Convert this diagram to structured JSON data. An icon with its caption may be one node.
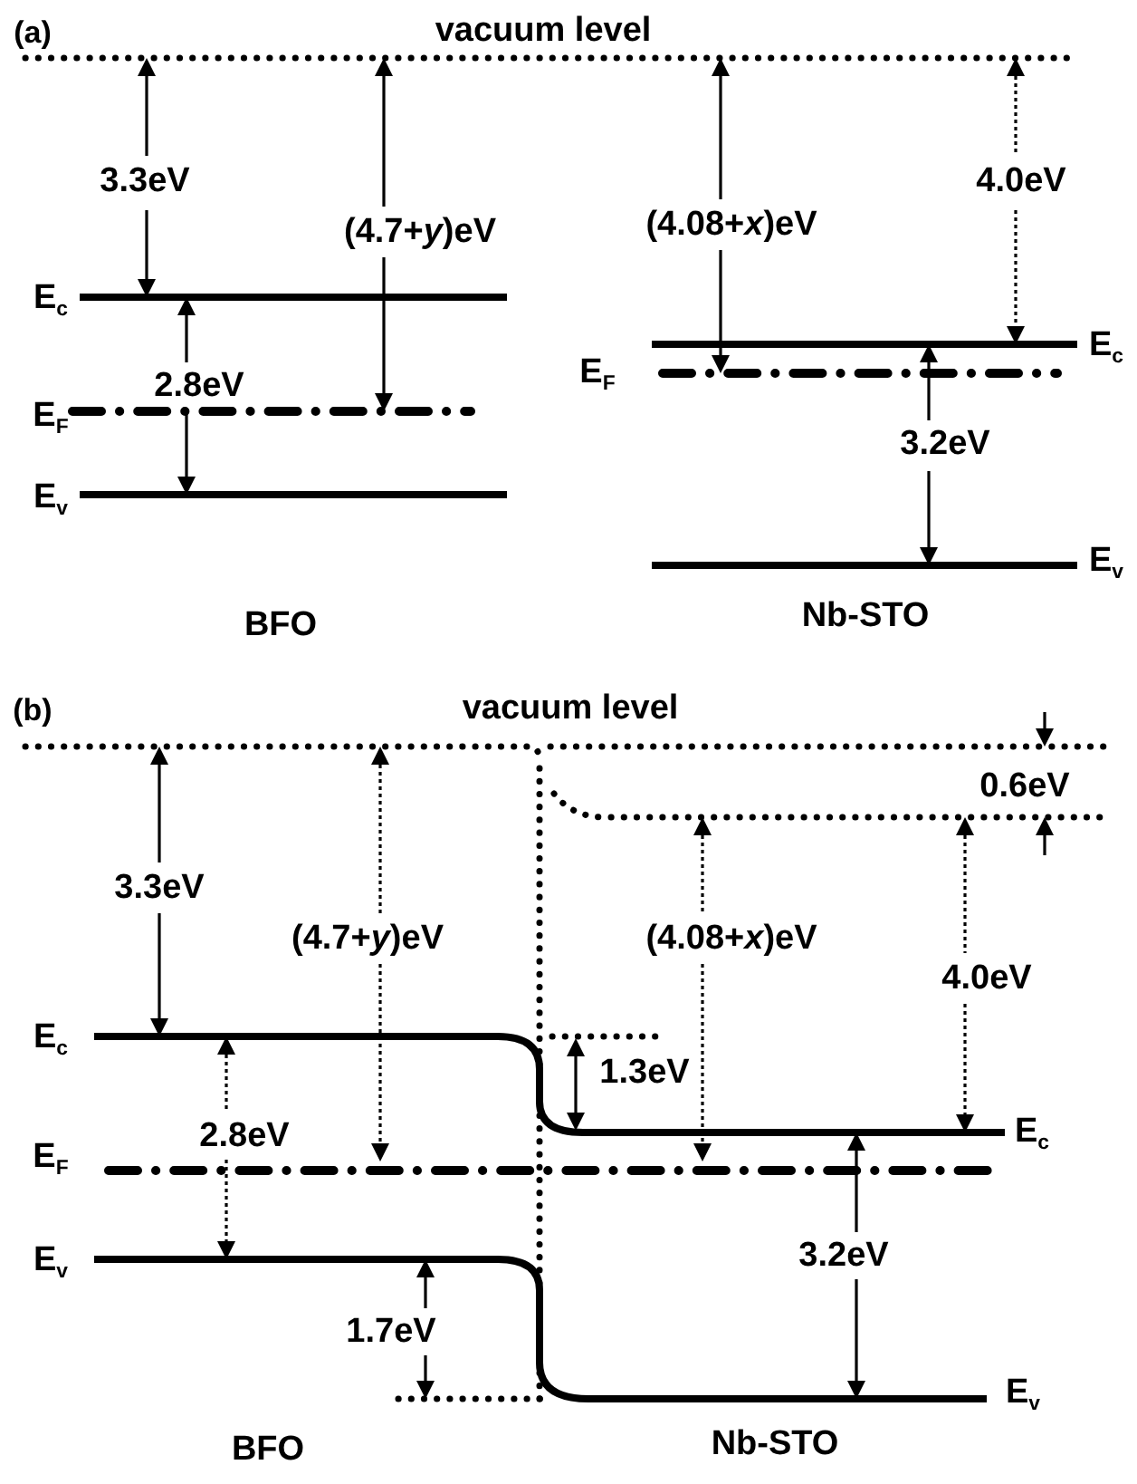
{
  "diagram": {
    "labels": [
      "(a)",
      "vacuum level",
      "3.3eV",
      "(4.7+*y*)eV",
      "(4.08+*x*)eV",
      "4.0eV",
      "E$_{c}$",
      "E$_{c}$",
      "E$_{F}$",
      "2.8eV",
      "E$_{F}$",
      "3.2eV",
      "E$_{v}$",
      "E$_{v}$",
      "BFO",
      "Nb-STO",
      "(b)",
      "vacuum level",
      "0.6eV",
      "3.3eV",
      "(4.7+*y*)eV",
      "(4.08+*x*)eV",
      "4.0eV",
      "E$_{c}$",
      "1.3eV",
      "E$_{F}$",
      "2.8eV",
      "E$_{c}$",
      "E$_{v}$",
      "3.2eV",
      "1.7eV",
      "E$_{v}$",
      "BFO",
      "Nb-STO"
    ]
  }
}
